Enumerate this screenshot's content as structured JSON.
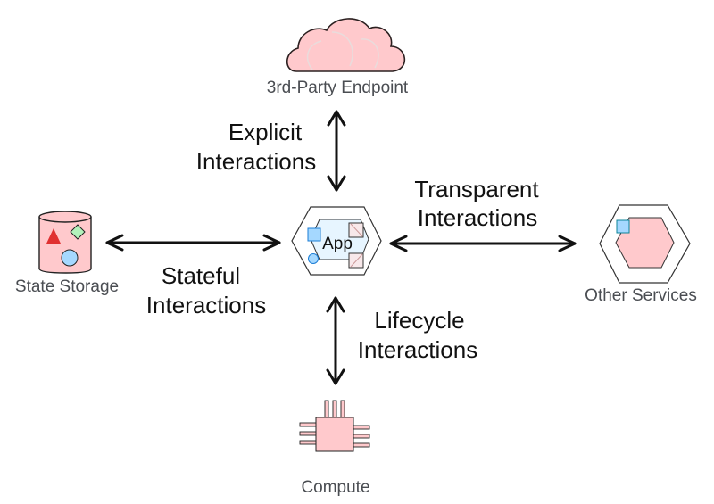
{
  "nodes": {
    "endpoint": {
      "label": "3rd-Party Endpoint",
      "icon": "cloud-icon"
    },
    "app": {
      "label": "App",
      "icon": "hexagon-app-icon"
    },
    "storage": {
      "label": "State Storage",
      "icon": "database-cylinder-icon"
    },
    "services": {
      "label": "Other Services",
      "icon": "hexagon-service-icon"
    },
    "compute": {
      "label": "Compute",
      "icon": "chip-icon"
    }
  },
  "edges": {
    "explicit": {
      "line1": "Explicit",
      "line2": "Interactions"
    },
    "transparent": {
      "line1": "Transparent",
      "line2": "Interactions"
    },
    "stateful": {
      "line1": "Stateful",
      "line2": "Interactions"
    },
    "lifecycle": {
      "line1": "Lifecycle",
      "line2": "Interactions"
    }
  },
  "colors": {
    "pink_fill": "#ffc9cc",
    "blue_fill": "#a5d8ff",
    "green_fill": "#b2f2bb",
    "red_fill": "#e03131",
    "app_fill": "#e7f5ff",
    "stroke": "#1e1e1e"
  }
}
